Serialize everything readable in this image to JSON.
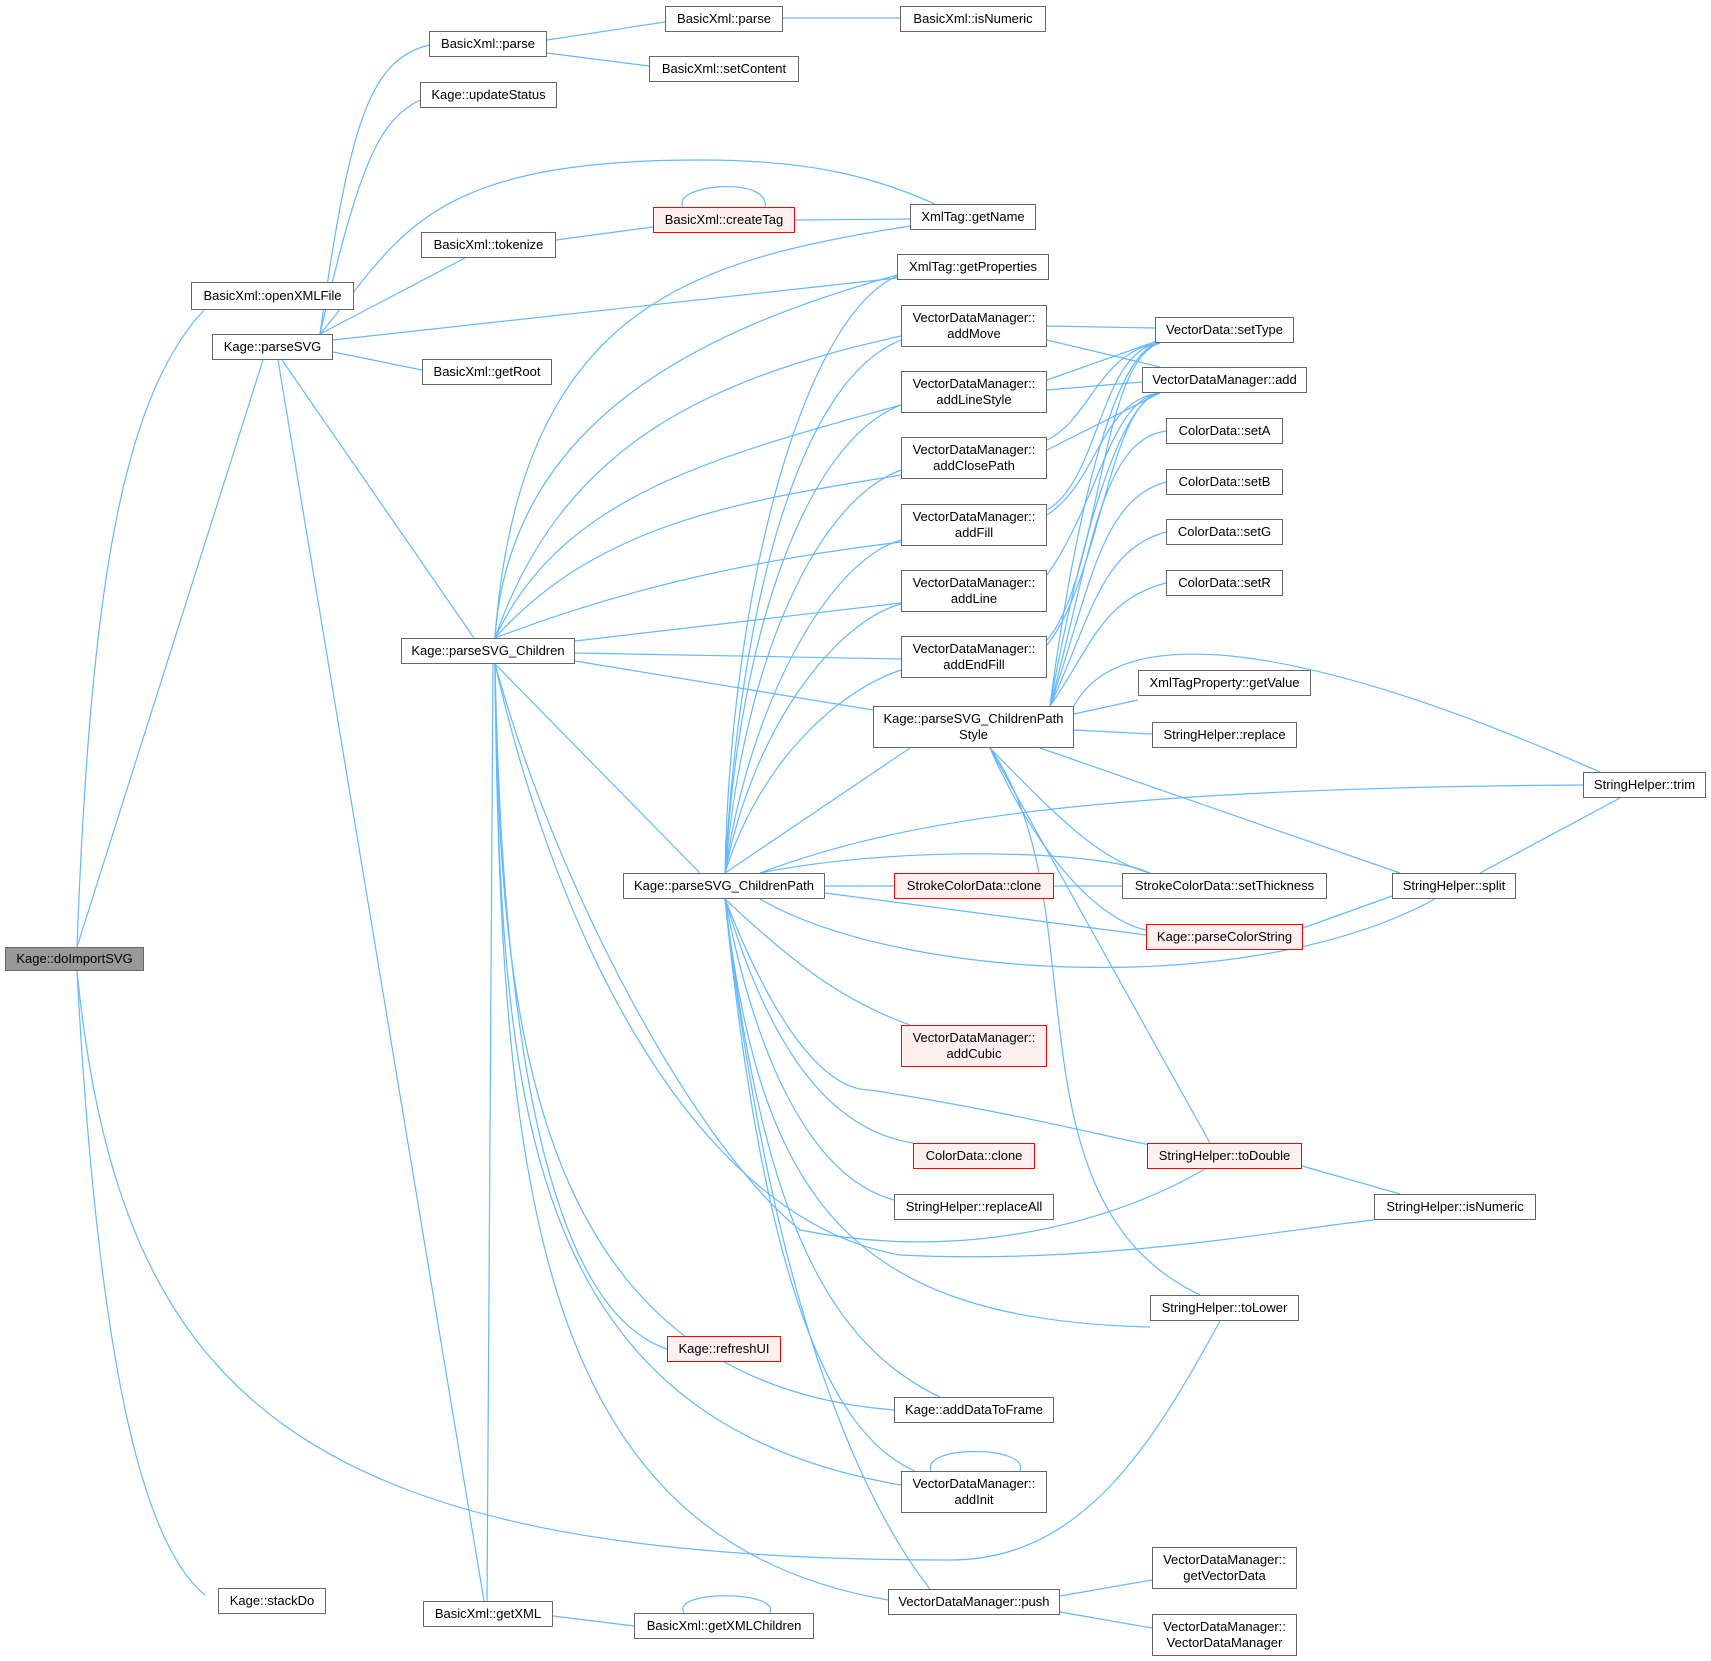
{
  "colors": {
    "edge": "#63b8ff",
    "node_border": "#666666",
    "node_border_red": "#ff0000",
    "node_fill_red": "#fff0f0",
    "node_fill_current": "#999999"
  },
  "nodes": {
    "doImportSVG": "Kage::doImportSVG",
    "openXMLFile": "BasicXml::openXMLFile",
    "parseSVG": "Kage::parseSVG",
    "stackDo": "Kage::stackDo",
    "bxParse1": "BasicXml::parse",
    "bxParse2": "BasicXml::parse",
    "bxIsNumeric": "BasicXml::isNumeric",
    "bxSetContent": "BasicXml::setContent",
    "updateStatus": "Kage::updateStatus",
    "tokenize": "BasicXml::tokenize",
    "createTag": "BasicXml::createTag",
    "getName": "XmlTag::getName",
    "getProperties": "XmlTag::getProperties",
    "getRoot": "BasicXml::getRoot",
    "parseChildren": "Kage::parseSVG_Children",
    "addMove": "VectorDataManager::\naddMove",
    "addLineStyle": "VectorDataManager::\naddLineStyle",
    "addClosePath": "VectorDataManager::\naddClosePath",
    "addFill": "VectorDataManager::\naddFill",
    "addLine": "VectorDataManager::\naddLine",
    "addEndFill": "VectorDataManager::\naddEndFill",
    "childrenPathStyle": "Kage::parseSVG_ChildrenPath\nStyle",
    "setType": "VectorData::setType",
    "vdmAdd": "VectorDataManager::add",
    "setA": "ColorData::setA",
    "setB": "ColorData::setB",
    "setG": "ColorData::setG",
    "setR": "ColorData::setR",
    "getValue": "XmlTagProperty::getValue",
    "shReplace": "StringHelper::replace",
    "shTrim": "StringHelper::trim",
    "childrenPath": "Kage::parseSVG_ChildrenPath",
    "strokeClone": "StrokeColorData::clone",
    "setThickness": "StrokeColorData::setThickness",
    "shSplit": "StringHelper::split",
    "parseColorString": "Kage::parseColorString",
    "addCubic": "VectorDataManager::\naddCubic",
    "colorClone": "ColorData::clone",
    "toDouble": "StringHelper::toDouble",
    "replaceAll": "StringHelper::replaceAll",
    "shIsNumeric": "StringHelper::isNumeric",
    "toLower": "StringHelper::toLower",
    "refreshUI": "Kage::refreshUI",
    "addDataToFrame": "Kage::addDataToFrame",
    "addInit": "VectorDataManager::\naddInit",
    "getVectorData": "VectorDataManager::\ngetVectorData",
    "push": "VectorDataManager::push",
    "vdmCtor": "VectorDataManager::\nVectorDataManager",
    "getXML": "BasicXml::getXML",
    "getXMLChildren": "BasicXml::getXMLChildren"
  }
}
